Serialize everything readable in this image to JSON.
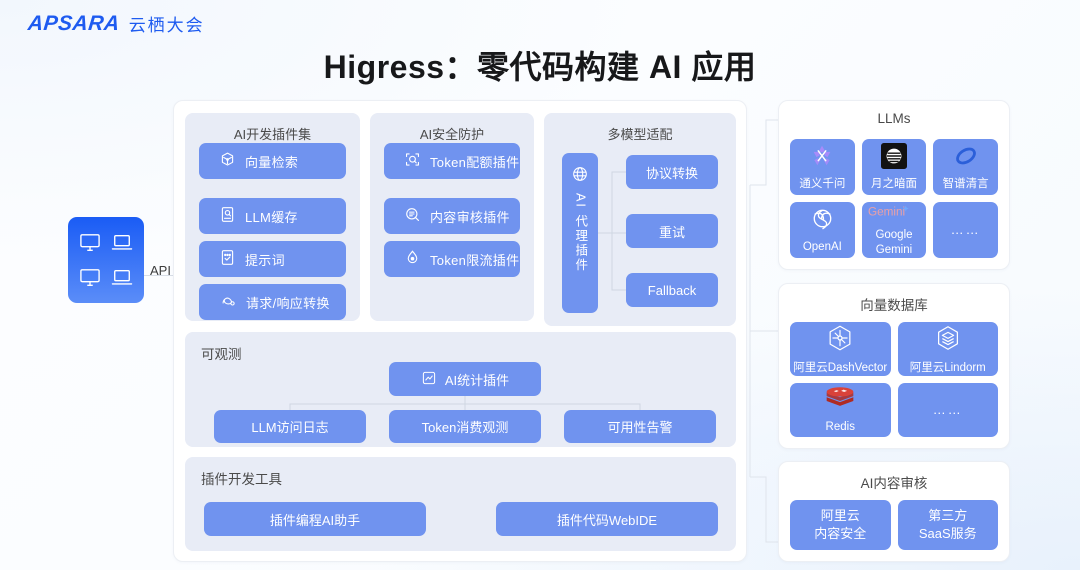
{
  "header": {
    "logo_text": "APSARA",
    "logo_cn": "云栖大会",
    "logo_color": "#1e5bf0"
  },
  "title": "Higress：零代码构建 AI 应用",
  "left": {
    "api_label": "API",
    "icons": [
      "monitor-icon",
      "laptop-icon",
      "monitor-icon",
      "laptop-icon"
    ]
  },
  "theme": {
    "chip_blue": "#7093ef",
    "panel_bg": "#e8ecf6",
    "card_bg": "#ffffff",
    "line": "#d7dde6"
  },
  "center": {
    "ai_dev": {
      "title": "AI开发插件集",
      "items": [
        {
          "label": "LLM缓存",
          "icon": "cache-book-icon"
        },
        {
          "label": "提示词",
          "icon": "prompt-note-icon"
        },
        {
          "label": "请求/响应转换",
          "icon": "transform-icon"
        },
        {
          "label": "向量检索",
          "icon": "vector-cube-icon"
        }
      ]
    },
    "ai_sec": {
      "title": "AI安全防护",
      "items": [
        {
          "label": "内容审核插件",
          "icon": "content-audit-icon"
        },
        {
          "label": "Token限流插件",
          "icon": "droplet-icon"
        },
        {
          "label": "Token配额插件",
          "icon": "quota-scan-icon"
        }
      ]
    },
    "multi_model": {
      "title": "多模型适配",
      "agent": {
        "label": "AI 代理插件",
        "icon": "globe-icon"
      },
      "items": [
        "协议转换",
        "重试",
        "Fallback"
      ]
    },
    "observability": {
      "title": "可观测",
      "top": {
        "label": "AI统计插件",
        "icon": "chart-icon"
      },
      "items": [
        "LLM访问日志",
        "Token消费观测",
        "可用性告警"
      ]
    },
    "tools": {
      "title": "插件开发工具",
      "items": [
        "插件编程AI助手",
        "插件代码WebIDE"
      ]
    }
  },
  "right": {
    "llms": {
      "title": "LLMs",
      "items": [
        {
          "label": "通义千问",
          "icon": "qwen-logo"
        },
        {
          "label": "月之暗面",
          "icon": "moonshot-logo"
        },
        {
          "label": "智谱清言",
          "icon": "zhipu-logo"
        },
        {
          "label": "OpenAI",
          "icon": "openai-logo"
        },
        {
          "label": "Google Gemini",
          "icon": "gemini-logo"
        },
        {
          "label": "……",
          "icon": "ellipsis-icon"
        }
      ]
    },
    "vector_db": {
      "title": "向量数据库",
      "items": [
        {
          "label": "阿里云DashVector",
          "icon": "dashvector-logo"
        },
        {
          "label": "阿里云Lindorm",
          "icon": "lindorm-logo"
        },
        {
          "label": "Redis",
          "icon": "redis-logo"
        },
        {
          "label": "……",
          "icon": "ellipsis-icon"
        }
      ]
    },
    "moderation": {
      "title": "AI内容审核",
      "items": [
        {
          "line1": "阿里云",
          "line2": "内容安全"
        },
        {
          "line1": "第三方",
          "line2": "SaaS服务"
        }
      ]
    }
  }
}
